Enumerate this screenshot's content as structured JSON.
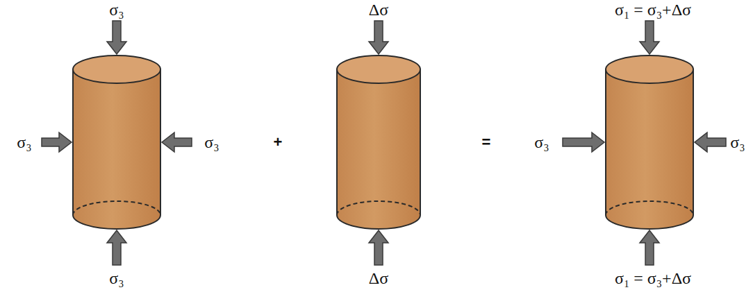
{
  "diagram": {
    "labels": [
      "σ₃",
      "σ₃",
      "σ₃",
      "σ₃",
      "+",
      "Δσ",
      "Δσ",
      "=",
      "σ₁ = σ₃+Δσ",
      "σ₃",
      "σ₃",
      "σ₁ = σ₃+Δσ"
    ]
  }
}
